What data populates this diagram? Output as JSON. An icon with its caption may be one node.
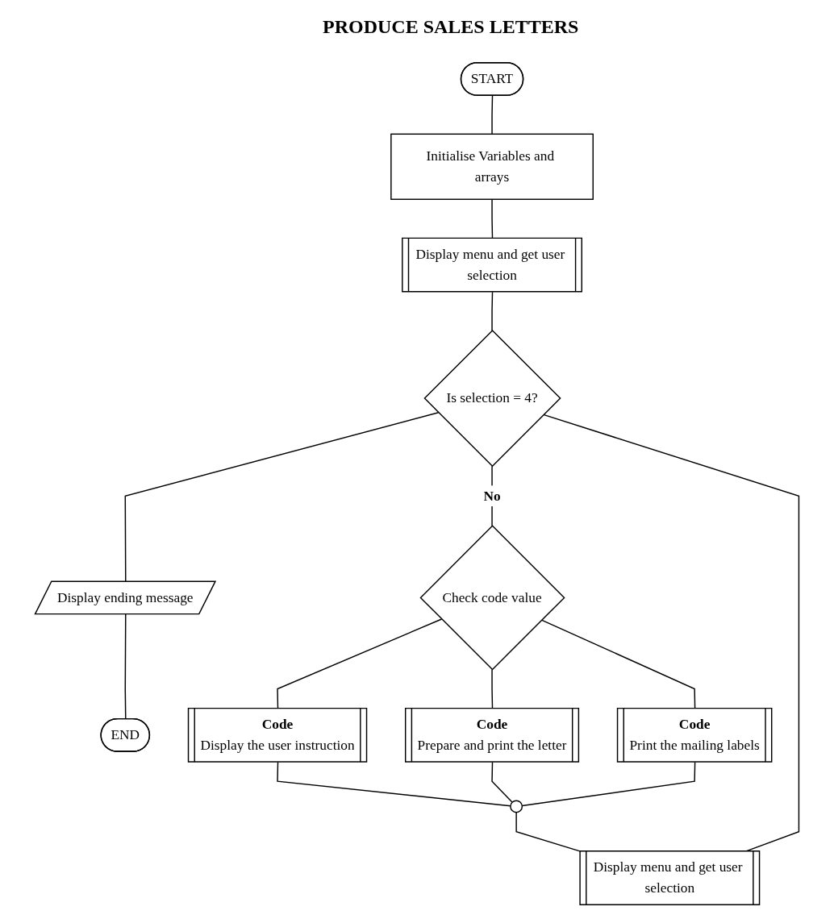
{
  "diagram": {
    "title": "PRODUCE SALES LETTERS",
    "nodes": [
      {
        "text": [
          "START"
        ]
      },
      {
        "text": [
          "Initialise Variables and arrays"
        ]
      },
      {
        "text": [
          "Display menu and get user selection"
        ]
      },
      {
        "text": [
          "Is selection = 4?"
        ]
      },
      {
        "text": [
          "Display ending message"
        ]
      },
      {
        "text": [
          "END"
        ]
      },
      {
        "text": [
          "Check code value"
        ]
      },
      {
        "text": [
          "Display the user instruction"
        ],
        "beside": [
          "Code"
        ]
      },
      {
        "text": [
          "Prepare and print the letter"
        ],
        "beside": [
          "Code"
        ]
      },
      {
        "text": [
          "Print the mailing labels"
        ],
        "beside": [
          "Code"
        ]
      },
      {
        "text": [],
        "shape": "circle"
      },
      {
        "text": [
          "Display menu and get user selection"
        ]
      }
    ],
    "edges": [
      {
        "from": 0,
        "to": 1,
        "arrow": "none"
      },
      {
        "from": 1,
        "to": 2,
        "arrow": "none"
      },
      {
        "from": 2,
        "to": 3,
        "arrow": "none"
      },
      {
        "from": 3,
        "to": 4,
        "arrow": "none"
      },
      {
        "from": 4,
        "to": 5,
        "arrow": "none"
      },
      {
        "from": 3,
        "to": 6,
        "label": "No",
        "arrow": "none"
      },
      {
        "from": 6,
        "to": 7,
        "arrow": "none"
      },
      {
        "from": 6,
        "to": 8,
        "arrow": "none"
      },
      {
        "from": 6,
        "to": 9,
        "arrow": "none"
      },
      {
        "from": 7,
        "to": 10,
        "arrow": "none"
      },
      {
        "from": 8,
        "to": 10,
        "arrow": "none"
      },
      {
        "from": 9,
        "to": 10,
        "arrow": "none"
      },
      {
        "from": 10,
        "to": 11,
        "arrow": "none"
      },
      {
        "from": 11,
        "to": 3,
        "arrow": "none"
      }
    ]
  }
}
